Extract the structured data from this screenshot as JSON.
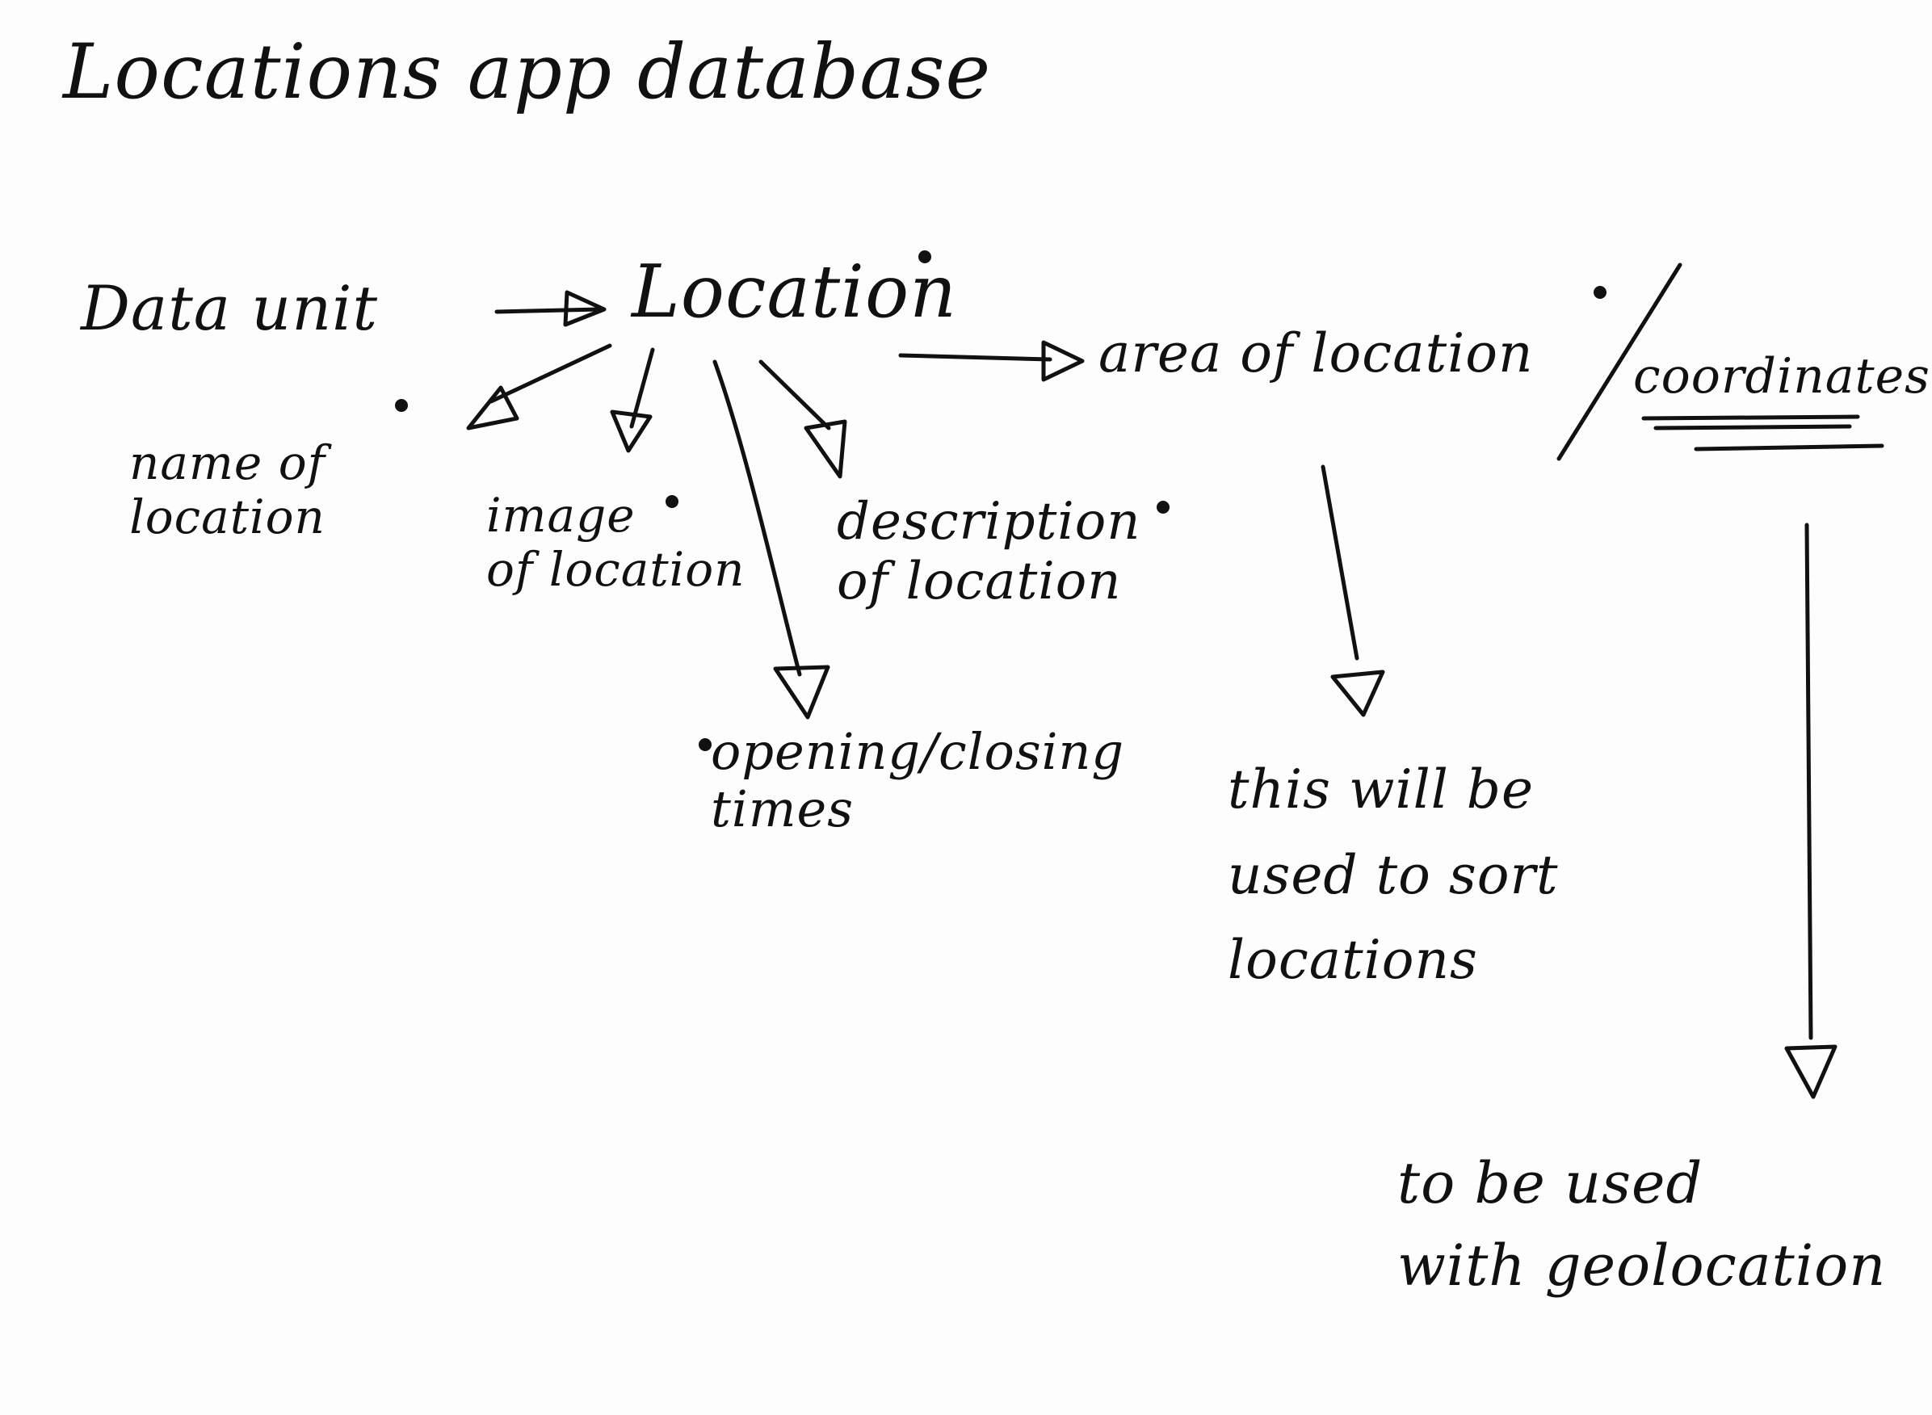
{
  "title": "Locations app database",
  "data_unit_label": "Data unit",
  "root_node": "Location",
  "fields": {
    "name": "name of\nlocation",
    "image": "image\nof location",
    "description": "description\nof location",
    "opening": "opening/closing\ntimes",
    "area": "area of location",
    "coordinates": "coordinates"
  },
  "notes": {
    "area_note": "this will be\nused to sort\nlocations",
    "coordinates_note": "to be used\nwith geolocation"
  },
  "ink_color": "#111111"
}
